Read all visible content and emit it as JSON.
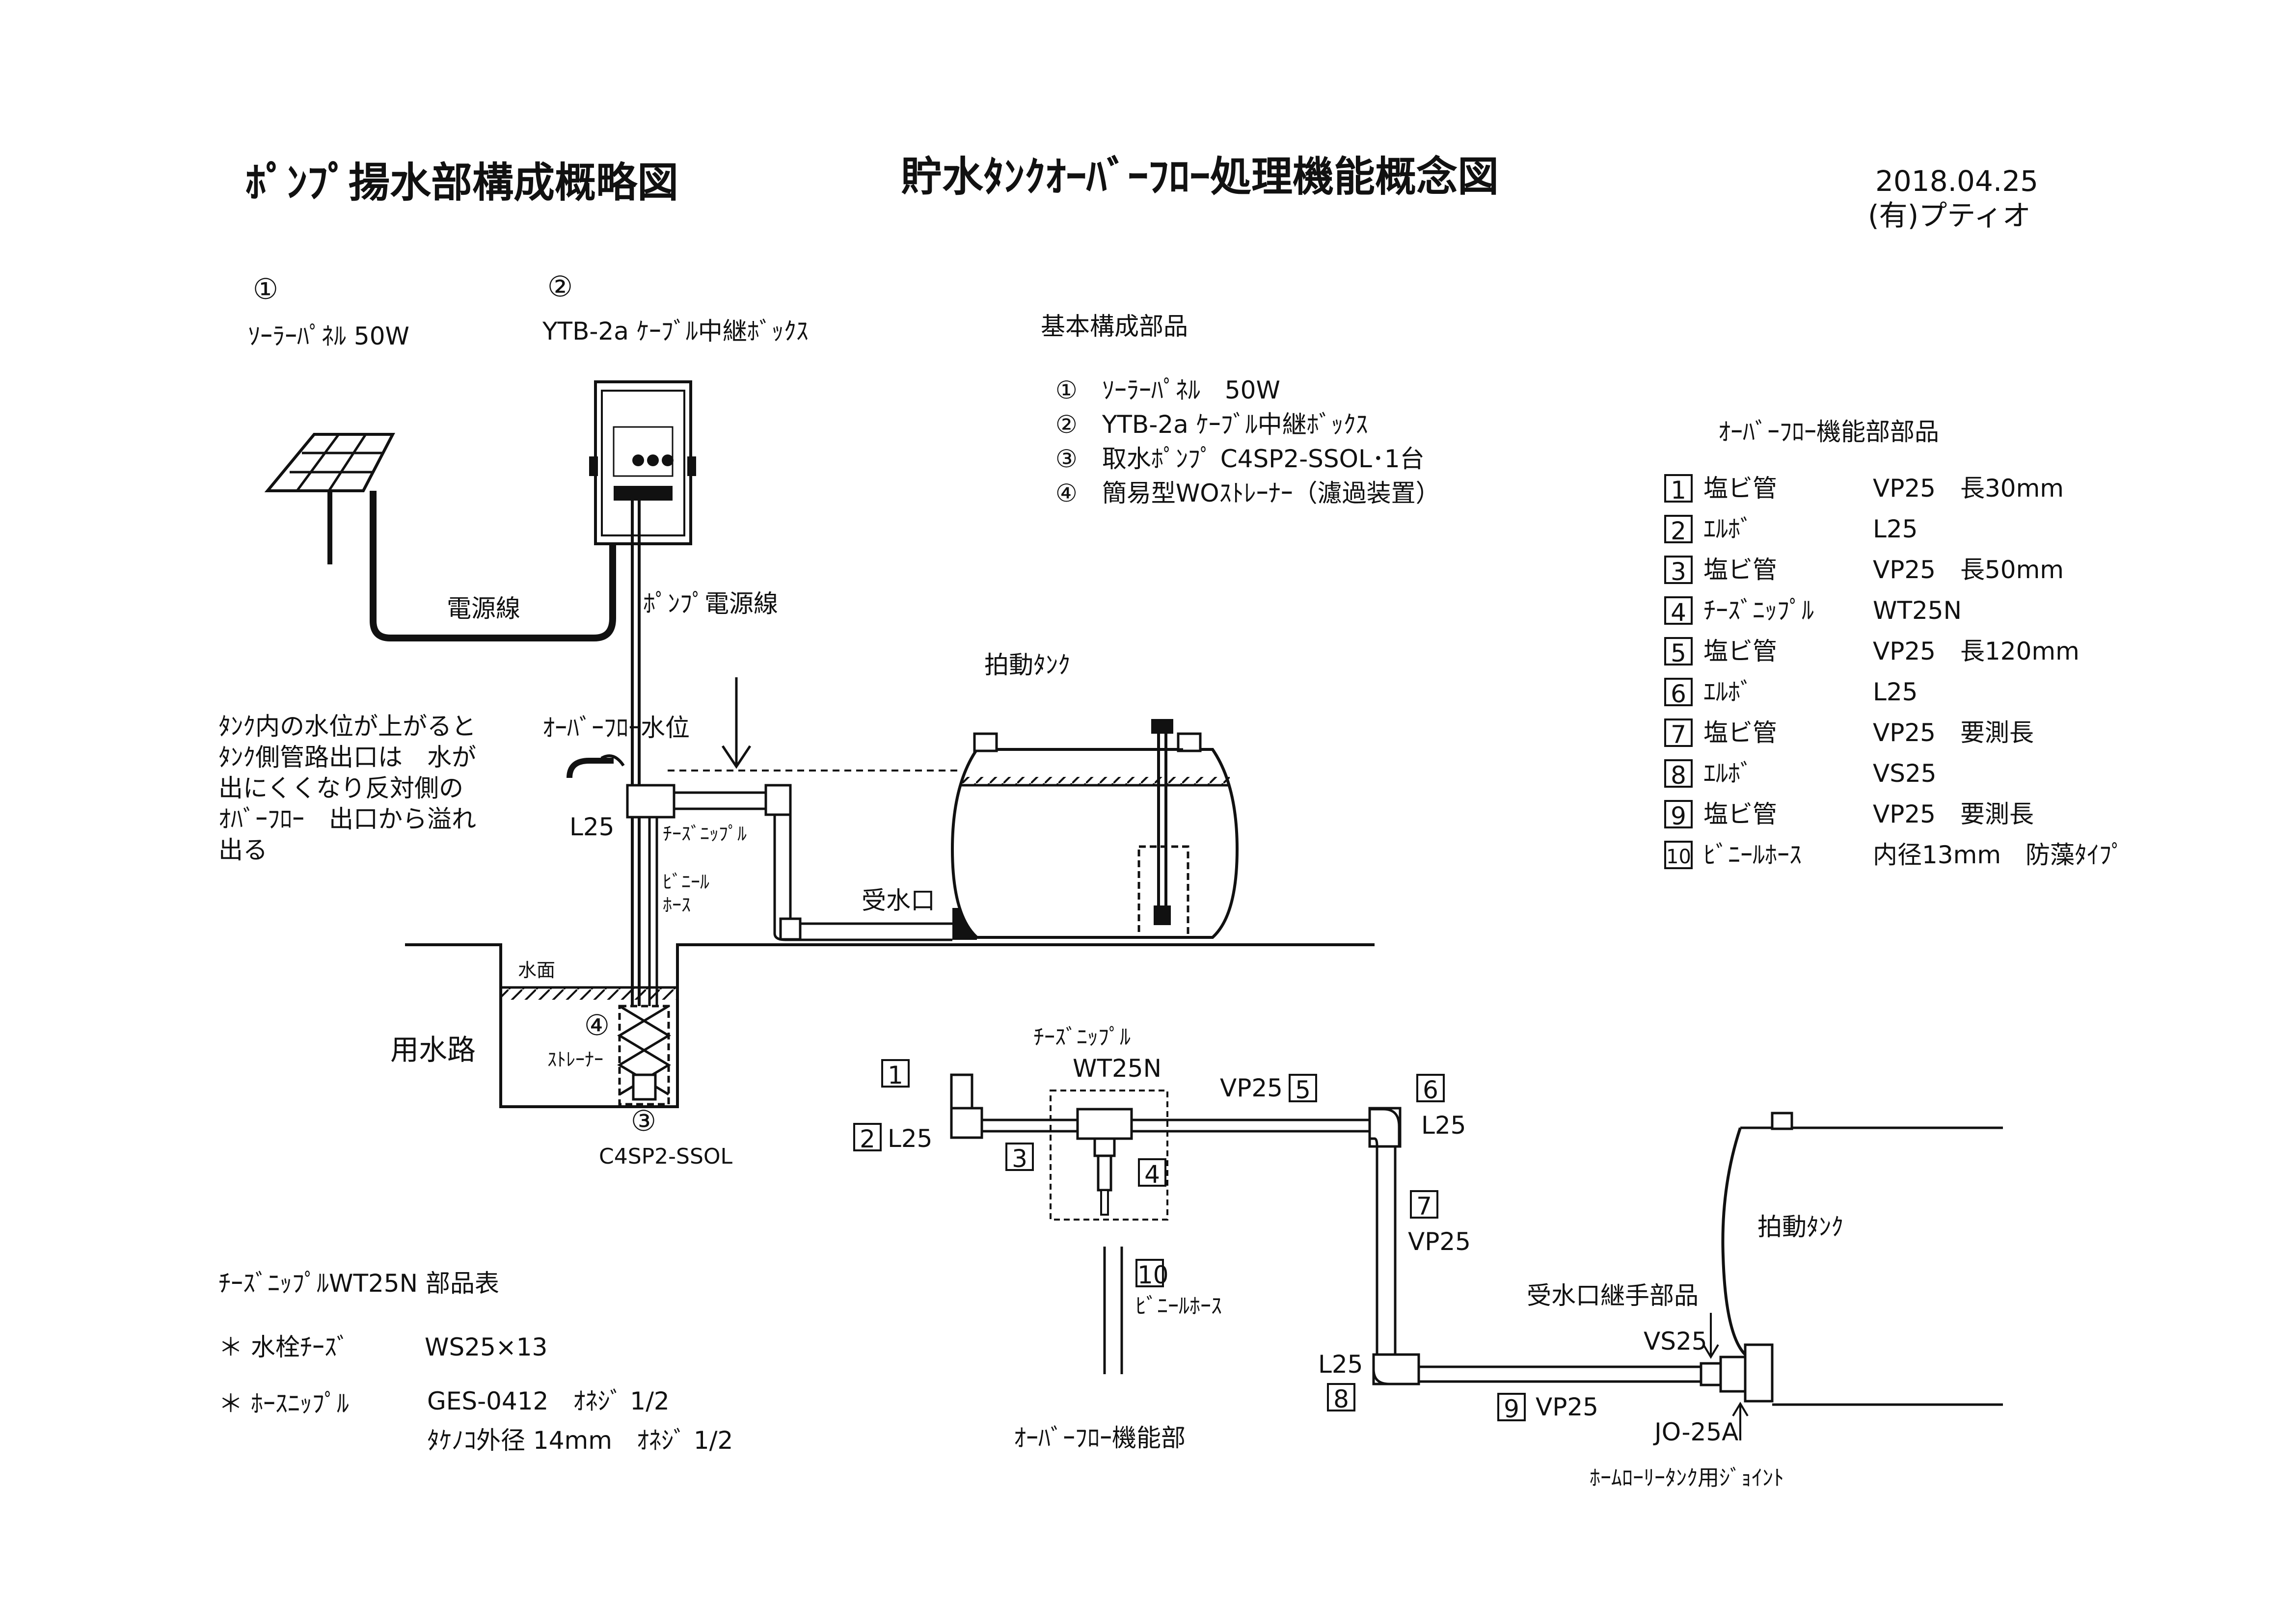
{
  "header": {
    "left_title": "ﾎﾟﾝﾌﾟ揚水部構成概略図",
    "center_title": "貯水ﾀﾝｸｵｰﾊﾞｰﾌﾛｰ処理機能概念図",
    "date": "2018.04.25",
    "company": "(有)プティオ"
  },
  "pump_section": {
    "solar_num": "①",
    "solar_label": "ｿｰﾗｰﾊﾟﾈﾙ 50W",
    "box_num": "②",
    "box_label": "YTB-2a ｹｰﾌﾞﾙ中継ﾎﾞｯｸｽ",
    "power_line": "電源線",
    "pump_power_line": "ﾎﾟﾝﾌﾟ電源線",
    "overflow_level": "ｵｰﾊﾞｰﾌﾛｰ水位",
    "tank_label": "拍動ﾀﾝｸ",
    "note": [
      "ﾀﾝｸ内の水位が上がると",
      "ﾀﾝｸ側管路出口は　水が",
      "出にくくなり反対側の",
      "ｵﾊﾞｰﾌﾛｰ　出口から溢れ",
      "出る"
    ],
    "l25": "L25",
    "tees_nipple": "ﾁｰｽﾞﾆｯﾌﾟﾙ",
    "vinyl_hose": [
      "ﾋﾞﾆｰﾙ",
      "ﾎｰｽ"
    ],
    "inlet": "受水口",
    "water_surface": "水面",
    "channel": "用水路",
    "strainer_num": "④",
    "strainer": "ｽﾄﾚｰﾅｰ",
    "pump_num": "③",
    "pump_model": "C4SP2-SSOL"
  },
  "basic_parts": {
    "title": "基本構成部品",
    "items": [
      "①　ｿｰﾗｰﾊﾟﾈﾙ　50W",
      "②　YTB-2a ｹｰﾌﾞﾙ中継ﾎﾞｯｸｽ",
      "③　取水ﾎﾟﾝﾌﾟ C4SP2-SSOL･1台",
      "④　簡易型WOｽﾄﾚｰﾅｰ（濾過装置）"
    ]
  },
  "overflow_parts": {
    "title": "ｵｰﾊﾞｰﾌﾛｰ機能部部品",
    "rows": [
      {
        "no": "1",
        "name": "塩ビ管",
        "spec": "VP25　長30mm"
      },
      {
        "no": "2",
        "name": "ｴﾙﾎﾞ",
        "spec": "L25"
      },
      {
        "no": "3",
        "name": "塩ビ管",
        "spec": "VP25　長50mm"
      },
      {
        "no": "4",
        "name": "ﾁｰｽﾞﾆｯﾌﾟﾙ",
        "spec": "WT25N"
      },
      {
        "no": "5",
        "name": "塩ビ管",
        "spec": "VP25　長120mm"
      },
      {
        "no": "6",
        "name": "ｴﾙﾎﾞ",
        "spec": "L25"
      },
      {
        "no": "7",
        "name": "塩ビ管",
        "spec": "VP25　要測長"
      },
      {
        "no": "8",
        "name": "ｴﾙﾎﾞ",
        "spec": "VS25"
      },
      {
        "no": "9",
        "name": "塩ビ管",
        "spec": "VP25　要測長"
      },
      {
        "no": "10",
        "name": "ﾋﾞﾆｰﾙﾎｰｽ",
        "spec": "内径13mm　防藻ﾀｲﾌﾟ"
      }
    ]
  },
  "tees_table": {
    "title": "ﾁｰｽﾞﾆｯﾌﾟﾙWT25N 部品表",
    "r1_name": "＊ 水栓ﾁｰｽﾞ",
    "r1_spec": "WS25×13",
    "r2_name": "＊ ﾎｰｽﾆｯﾌﾟﾙ",
    "r2_spec": "GES-0412　ｵﾈｼﾞ 1/2",
    "r3_spec": "ﾀｹﾉｺ外径 14mm　ｵﾈｼﾞ 1/2"
  },
  "overflow_diagram": {
    "tees_title": "ﾁｰｽﾞﾆｯﾌﾟﾙ",
    "tees_model": "WT25N",
    "b1": "1",
    "b2": "2",
    "l25a": "L25",
    "b3": "3",
    "b4": "4",
    "vp25a": "VP25",
    "b5": "5",
    "b6": "6",
    "l25b": "L25",
    "b7": "7",
    "vp25b": "VP25",
    "b10": "10",
    "hose": "ﾋﾞﾆｰﾙﾎｰｽ",
    "l25c": "L25",
    "b8": "8",
    "b9": "9",
    "vp25c": "VP25",
    "section_label": "ｵｰﾊﾞｰﾌﾛｰ機能部",
    "tank": "拍動ﾀﾝｸ",
    "inlet_parts": "受水口継手部品",
    "vs25": "VS25",
    "jo25a": "JO-25A",
    "joint": "ﾎｰﾑﾛｰﾘｰﾀﾝｸ用ｼﾞｮｲﾝﾄ"
  }
}
